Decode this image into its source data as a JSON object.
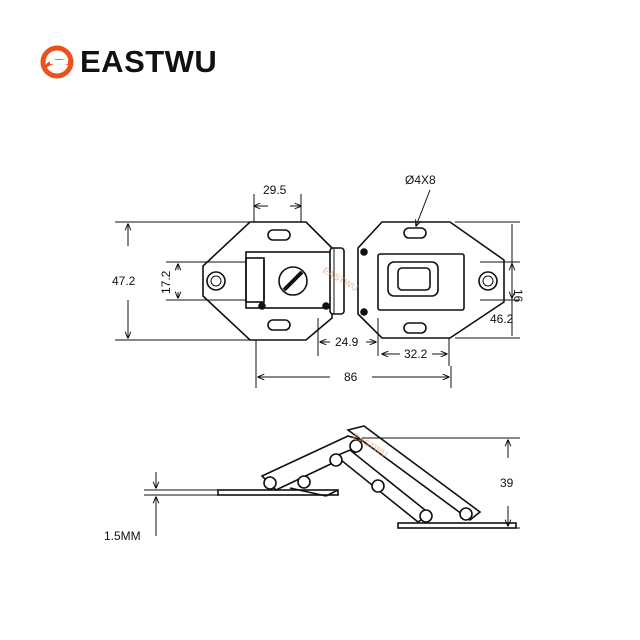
{
  "brand": {
    "name": "EASTWU",
    "accent": "#e8521e",
    "watermark": "EASTWU"
  },
  "dimensions": {
    "top_width": "29.5",
    "hole_spec": "Ø4X8",
    "overall_height": "47.2",
    "inner_height": "17.2",
    "hook_slot": "16",
    "edge_offset": "46.2",
    "gap_a": "24.9",
    "gap_b": "32.2",
    "overall_length": "86",
    "side_height": "39",
    "thickness": "1.5MM"
  }
}
